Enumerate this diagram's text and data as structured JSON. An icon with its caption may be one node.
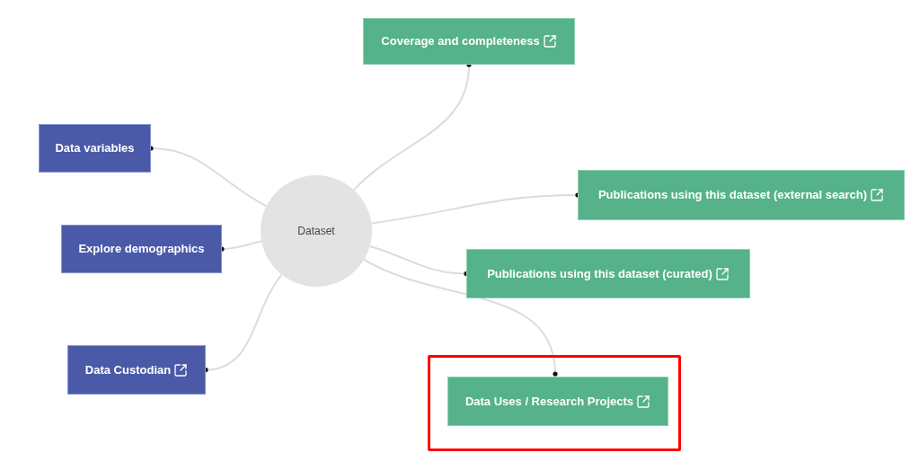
{
  "diagram": {
    "nodes": [
      {
        "text": [
          "Dataset"
        ]
      },
      {
        "text": [
          "Coverage and completeness"
        ]
      },
      {
        "text": [
          "Data variables"
        ]
      },
      {
        "text": [
          "Publications using this dataset (external search)"
        ]
      },
      {
        "text": [
          "Explore demographics"
        ]
      },
      {
        "text": [
          "Publications using this dataset (curated)"
        ]
      },
      {
        "text": [
          "Data Custodian"
        ]
      },
      {
        "text": [],
        "shape": "box"
      },
      {
        "text": [
          "Data Uses / Research Projects"
        ],
        "in": 7
      }
    ],
    "edges": [
      {
        "from": 0,
        "to": 1,
        "arrow": "other"
      },
      {
        "from": 0,
        "to": 2,
        "arrow": "other"
      },
      {
        "from": 0,
        "to": 3,
        "arrow": "other"
      },
      {
        "from": 0,
        "to": 4,
        "arrow": "other"
      },
      {
        "from": 0,
        "to": 5,
        "arrow": "other"
      },
      {
        "from": 0,
        "to": 6,
        "arrow": "other"
      },
      {
        "from": 0,
        "to": 8,
        "arrow": "other"
      }
    ]
  }
}
